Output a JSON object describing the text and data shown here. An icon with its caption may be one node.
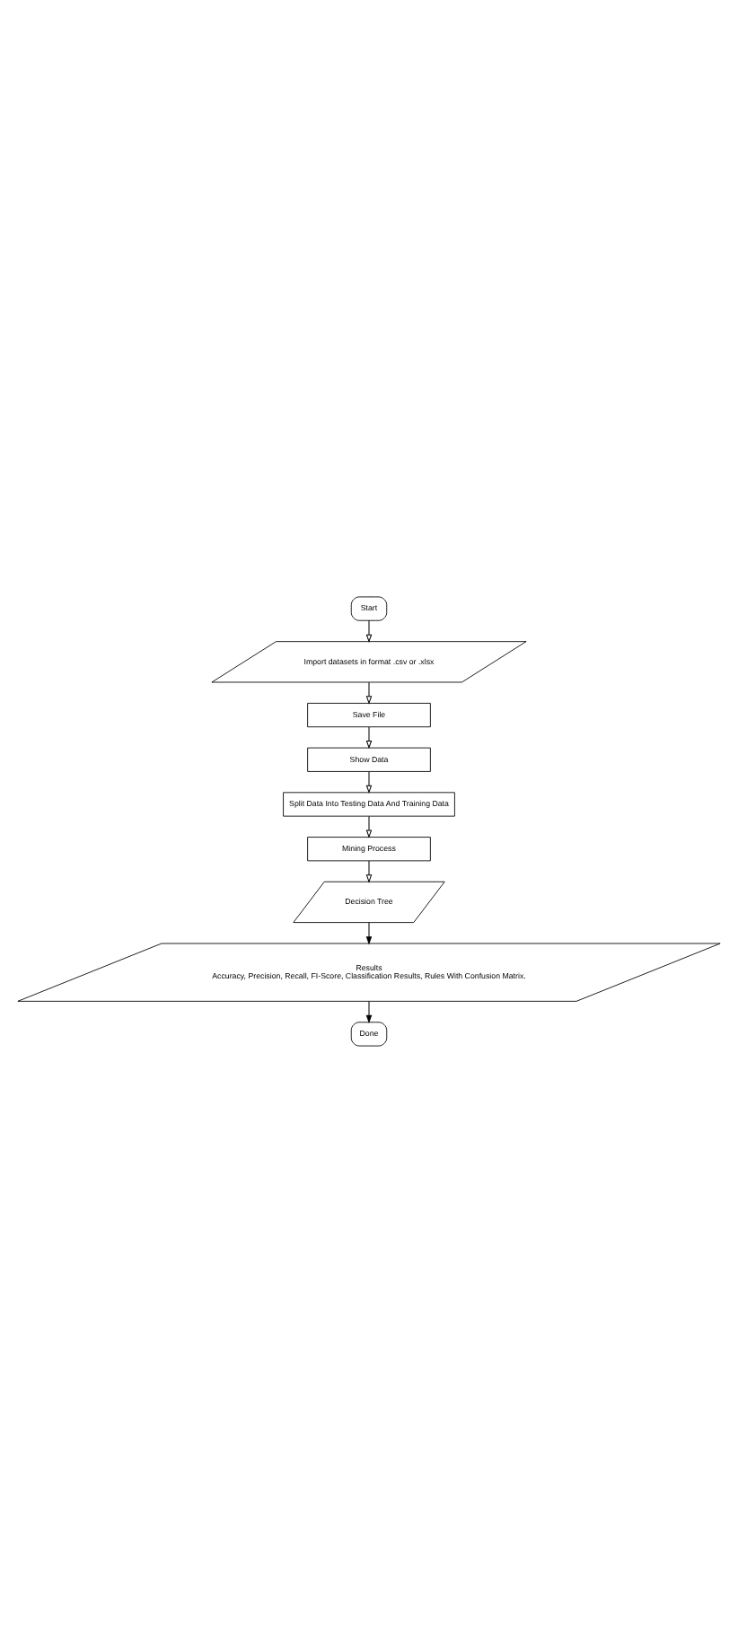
{
  "diagram": {
    "nodes": [
      {
        "text": [
          "Start"
        ]
      },
      {
        "text": [
          "Import datasets in format .csv or .xlsx"
        ]
      },
      {
        "text": [
          "Save File"
        ]
      },
      {
        "text": [
          "Show Data"
        ]
      },
      {
        "text": [
          "Split Data Into Testing Data And Training Data"
        ]
      },
      {
        "text": [
          "Mining Process"
        ]
      },
      {
        "text": [
          "Decision Tree"
        ]
      },
      {
        "text": [
          "Results",
          "Accuracy, Precision, Recall, FI-Score, Classification Results, Rules With Confusion Matrix."
        ]
      },
      {
        "text": [
          "Done"
        ]
      }
    ],
    "edges": [
      {
        "from": 0,
        "to": 1,
        "arrow": "to"
      },
      {
        "from": 1,
        "to": 2,
        "arrow": "to"
      },
      {
        "from": 2,
        "to": 3,
        "arrow": "to"
      },
      {
        "from": 3,
        "to": 4,
        "arrow": "to"
      },
      {
        "from": 4,
        "to": 5,
        "arrow": "to"
      },
      {
        "from": 5,
        "to": 6,
        "arrow": "to"
      },
      {
        "from": 6,
        "to": 7,
        "arrow": "to"
      },
      {
        "from": 7,
        "to": 8,
        "arrow": "to"
      }
    ]
  }
}
